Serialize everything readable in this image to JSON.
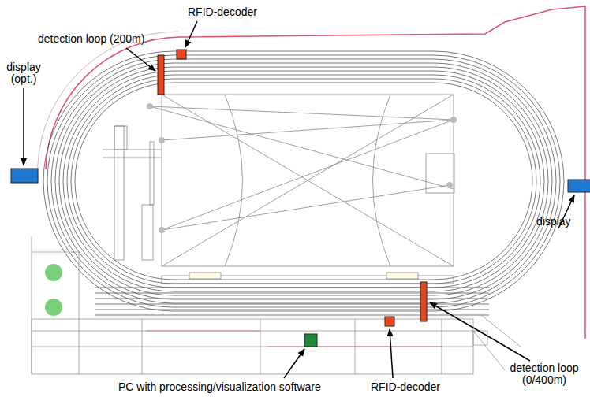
{
  "diagram": {
    "labels": [
      "RFID-decoder",
      "detection loop (200m)",
      "display (opt.)",
      "display",
      "detection loop (0/400m)",
      "PC with processing/visualization software",
      "RFID-decoder"
    ]
  }
}
